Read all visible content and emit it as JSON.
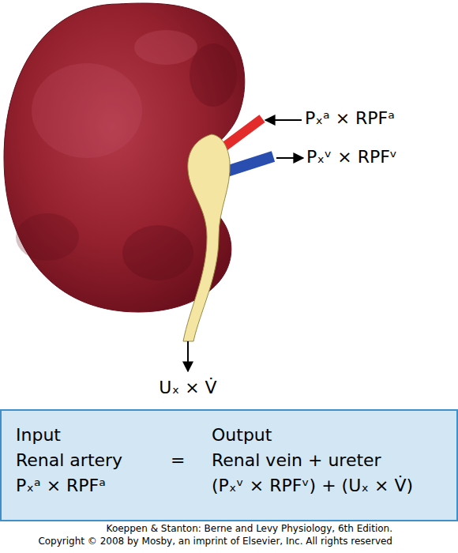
{
  "diagram": {
    "nodes": [
      {
        "text": [
          "Input",
          "Renal artery",
          "Pₓᵃ × RPFᵃ",
          "=",
          "Output",
          "Renal vein + ureter",
          "(Pₓᵛ × RPFᵛ) + (Uₓ × V̇)"
        ]
      }
    ],
    "labels": [
      "Pₓᵃ × RPFᵃ",
      "Pₓᵛ × RPFᵛ",
      "Uₓ × V̇",
      "Koeppen & Stanton: Berne and Levy Physiology, 6th Edition.",
      "Copyright © 2008 by Mosby, an imprint of Elsevier, Inc. All rights reserved"
    ]
  }
}
